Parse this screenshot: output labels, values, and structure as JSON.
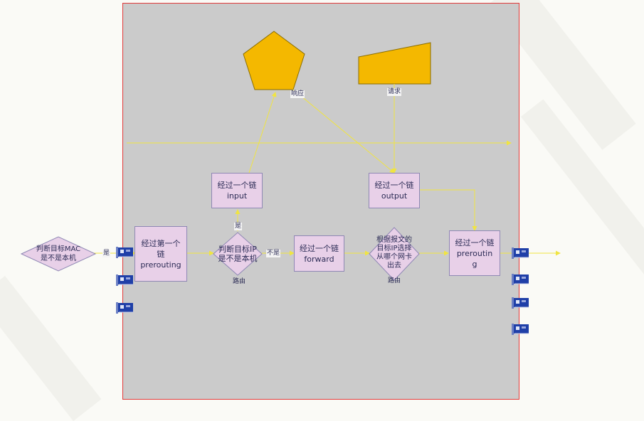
{
  "colors": {
    "panel": "#cbcbcb",
    "panel_border": "#e23a3a",
    "box_fill": "#e8d0e8",
    "box_border": "#8f88b4",
    "arrow": "#f0e442",
    "shape_fill": "#f4b800",
    "nic": "#1f3fa8"
  },
  "shapes": {
    "response_label": "响应",
    "request_label": "请求"
  },
  "nodes": {
    "start_decision": "判断目标MAC\n是不是本机",
    "prerouting_1": "经过第一个\n链\nprerouting",
    "ip_decision": "判断目标IP\n是不是本机",
    "routing_1": "路由",
    "input_chain": "经过一个链\ninput",
    "forward_chain": "经过一个链\nforward",
    "nic_decision": "根据报文的\n目标IP选择\n从哪个网卡\n出去",
    "routing_2": "路由",
    "output_chain": "经过一个链\noutput",
    "prerouting_2": "经过一个链\npreroutin\ng"
  },
  "edges": {
    "yes_1": "是",
    "yes_2": "是",
    "no_1": "不是"
  },
  "icons": [
    "network-card-icon"
  ]
}
